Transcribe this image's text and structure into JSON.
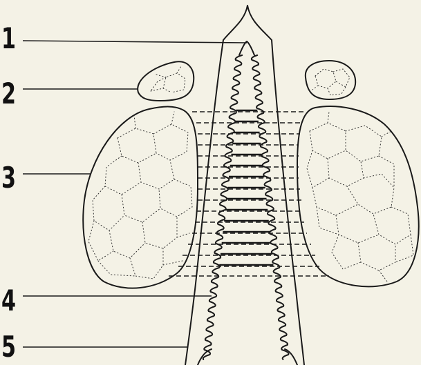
{
  "labels": {
    "l1": "1",
    "l2": "2",
    "l3": "3",
    "l4": "4",
    "l5": "5"
  },
  "colors": {
    "background": "#f4f2e6",
    "ink": "#1a1a1a"
  }
}
